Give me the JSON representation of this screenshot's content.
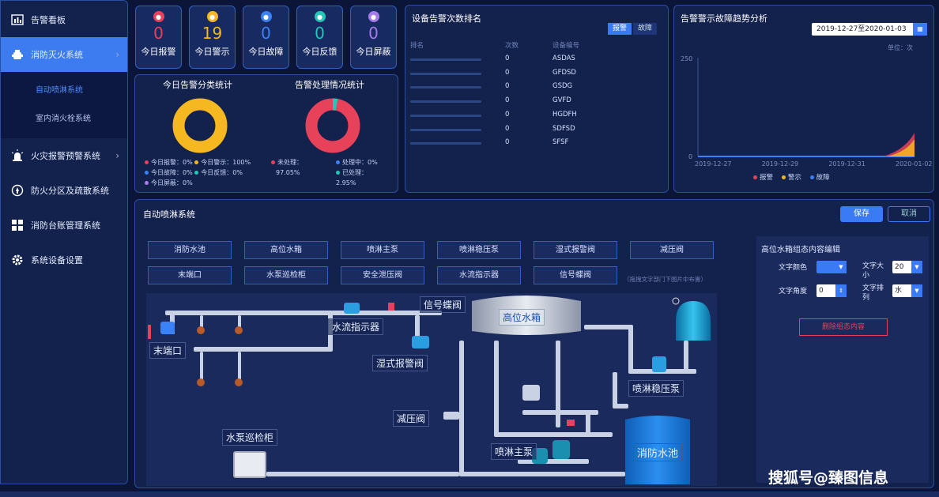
{
  "sidebar": {
    "items": [
      {
        "label": "告警看板",
        "icon": "bar-chart-icon"
      },
      {
        "label": "消防灭火系统",
        "icon": "hydrant-icon"
      },
      {
        "label": "火灾报警预警系统",
        "icon": "alarm-light-icon"
      },
      {
        "label": "防火分区及疏散系统",
        "icon": "fire-zone-icon"
      },
      {
        "label": "消防台账管理系统",
        "icon": "grid-icon"
      },
      {
        "label": "系统设备设置",
        "icon": "gear-icon"
      }
    ],
    "sub_items": [
      "自动喷淋系统",
      "室内消火栓系统"
    ]
  },
  "kpis": [
    {
      "value": "0",
      "label": "今日报警",
      "color": "#e8425a"
    },
    {
      "value": "19",
      "label": "今日警示",
      "color": "#f5b820"
    },
    {
      "value": "0",
      "label": "今日故障",
      "color": "#3b82f6"
    },
    {
      "value": "0",
      "label": "今日反馈",
      "color": "#22c7b8"
    },
    {
      "value": "0",
      "label": "今日屏蔽",
      "color": "#a77bea"
    }
  ],
  "category_stats": {
    "title": "今日告警分类统计",
    "legend": [
      "今日报警：0%",
      "今日警示：100%",
      "今日故障：0%",
      "今日反馈：0%",
      "今日屏蔽：0%"
    ]
  },
  "handling_stats": {
    "title": "告警处理情况统计",
    "legend": [
      "未处理：",
      "97.05%",
      "处理中：0%",
      "已处理：",
      "2.95%"
    ]
  },
  "ranking": {
    "title": "设备告警次数排名",
    "tabs": [
      "报警",
      "故障"
    ],
    "headers": [
      "排名",
      "次数",
      "设备编号"
    ],
    "rows": [
      {
        "count": "0",
        "device": "ASDAS"
      },
      {
        "count": "0",
        "device": "GFDSD"
      },
      {
        "count": "0",
        "device": "GSDG"
      },
      {
        "count": "0",
        "device": "GVFD"
      },
      {
        "count": "0",
        "device": "HGDFH"
      },
      {
        "count": "0",
        "device": "SDFSD"
      },
      {
        "count": "0",
        "device": "SFSF"
      }
    ]
  },
  "trend": {
    "title": "告警警示故障趋势分析",
    "date_range": "2019-12-27至2020-01-03",
    "unit": "单位：次",
    "legend": [
      "报警",
      "警示",
      "故障"
    ]
  },
  "chart_data": {
    "type": "area",
    "x": [
      "2019-12-27",
      "2019-12-29",
      "2019-12-31",
      "2020-01-02"
    ],
    "ytick_labels": [
      "250",
      "0"
    ],
    "series": [
      {
        "name": "报警",
        "color": "#e8425a"
      },
      {
        "name": "警示",
        "color": "#f5b820"
      },
      {
        "name": "故障",
        "color": "#3b82f6"
      }
    ]
  },
  "editor": {
    "title": "自动喷淋系统",
    "save": "保存",
    "cancel": "取消",
    "components": [
      "消防水池",
      "高位水箱",
      "喷淋主泵",
      "喷淋稳压泵",
      "湿式报警阀",
      "减压阀",
      "末端口",
      "水泵巡检柜",
      "安全泄压阀",
      "水流指示器",
      "信号蝶阀"
    ],
    "hint": "（拖拽文字部门下图片中布置）",
    "diagram_labels": {
      "signal_valve": "信号蝶阀",
      "tank": "高位水箱",
      "flow": "水流指示器",
      "end": "末端口",
      "wet_valve": "湿式报警阀",
      "stab_pump": "喷淋稳压泵",
      "reducer": "减压阀",
      "cabinet": "水泵巡检柜",
      "main_pump": "喷淋主泵",
      "pool": "消防水池"
    }
  },
  "props": {
    "title": "高位水箱组态内容编辑",
    "text_color": "文字颜色",
    "text_size": "文字大小",
    "text_size_value": "20",
    "text_angle": "文字角度",
    "text_angle_value": "0",
    "text_order": "文字排列",
    "text_order_value": "水",
    "delete": "删除组态内容"
  },
  "watermark": "搜狐号@臻图信息"
}
